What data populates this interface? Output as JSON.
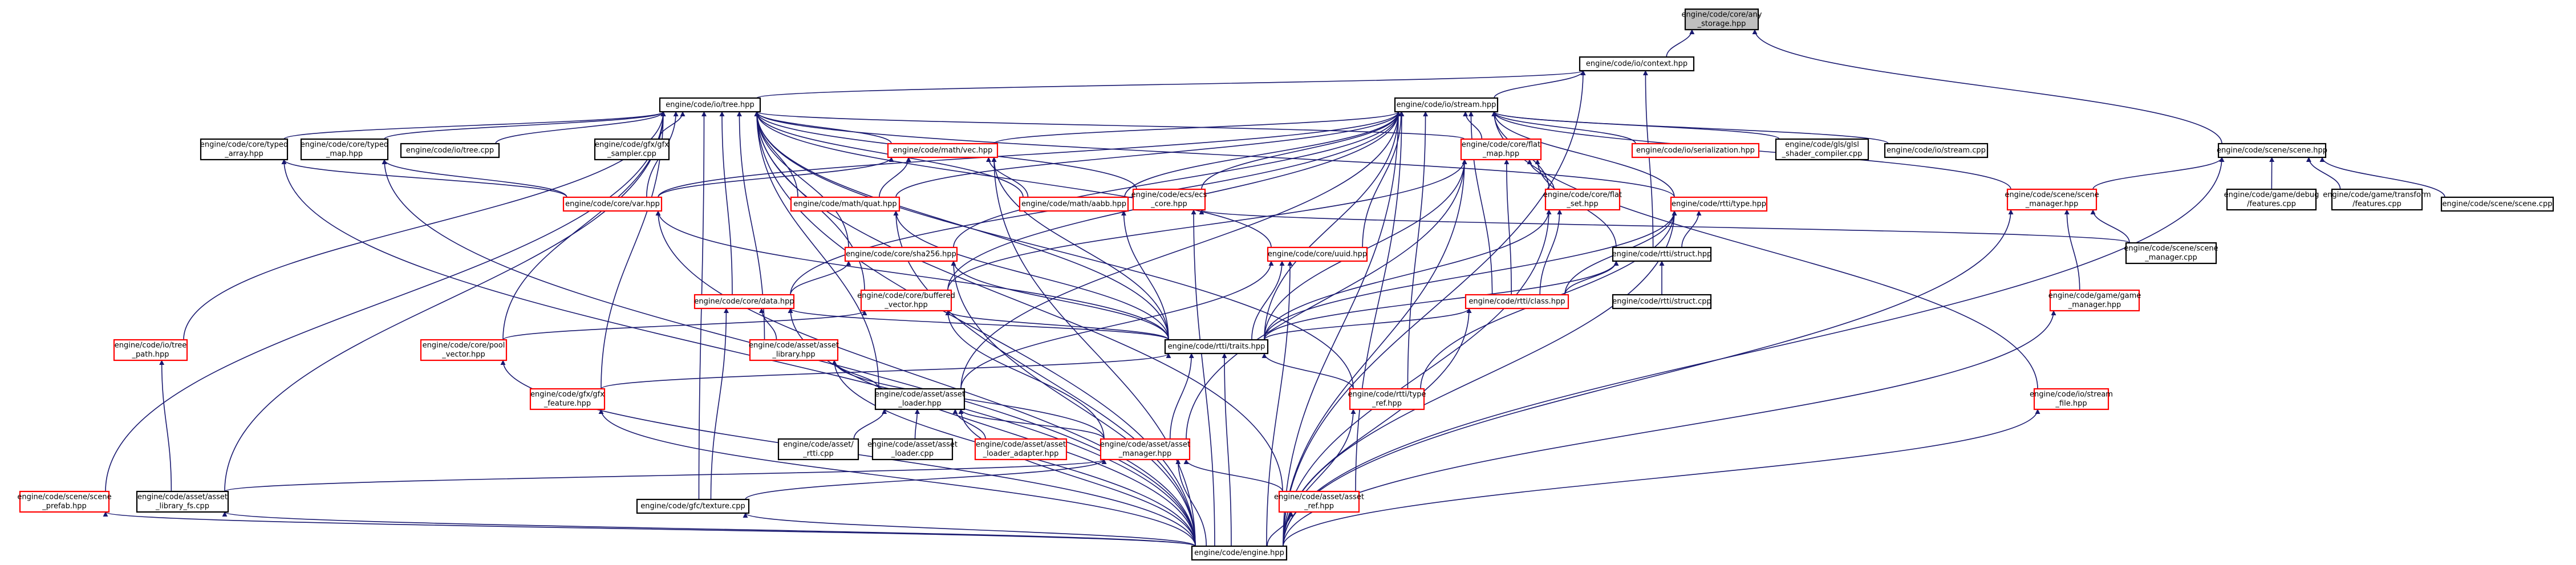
{
  "diagram": {
    "title": "",
    "colors": {
      "edge": "#191970",
      "node_fill": "#ffffff",
      "root_fill": "#bfbfbf",
      "border_documented": "#000000",
      "border_undocumented": "#ff0000"
    },
    "nodes": [
      {
        "id": "any_storage",
        "lines": [
          "engine/code/core/any",
          "_storage.hpp"
        ],
        "style": "root"
      },
      {
        "id": "context",
        "lines": [
          "engine/code/io/context.hpp"
        ],
        "style": "black"
      },
      {
        "id": "tree",
        "lines": [
          "engine/code/io/tree.hpp"
        ],
        "style": "black"
      },
      {
        "id": "stream",
        "lines": [
          "engine/code/io/stream.hpp"
        ],
        "style": "black"
      },
      {
        "id": "scene",
        "lines": [
          "engine/code/scene/scene.hpp"
        ],
        "style": "black"
      },
      {
        "id": "typed_array",
        "lines": [
          "engine/code/core/typed",
          "_array.hpp"
        ],
        "style": "black"
      },
      {
        "id": "typed_map",
        "lines": [
          "engine/code/core/typed",
          "_map.hpp"
        ],
        "style": "black"
      },
      {
        "id": "tree_cpp",
        "lines": [
          "engine/code/io/tree.cpp"
        ],
        "style": "black"
      },
      {
        "id": "gfx_sampler",
        "lines": [
          "engine/code/gfx/gfx",
          "_sampler.cpp"
        ],
        "style": "black"
      },
      {
        "id": "vec",
        "lines": [
          "engine/code/math/vec.hpp"
        ],
        "style": "red"
      },
      {
        "id": "var",
        "lines": [
          "engine/code/core/var.hpp"
        ],
        "style": "red"
      },
      {
        "id": "quat",
        "lines": [
          "engine/code/math/quat.hpp"
        ],
        "style": "red"
      },
      {
        "id": "aabb",
        "lines": [
          "engine/code/math/aabb.hpp"
        ],
        "style": "red"
      },
      {
        "id": "ecs_core",
        "lines": [
          "engine/code/ecs/ecs",
          "_core.hpp"
        ],
        "style": "red"
      },
      {
        "id": "flat_map",
        "lines": [
          "engine/code/core/flat",
          "_map.hpp"
        ],
        "style": "red"
      },
      {
        "id": "serialization",
        "lines": [
          "engine/code/io/serialization.hpp"
        ],
        "style": "red"
      },
      {
        "id": "glsl_compiler",
        "lines": [
          "engine/code/gls/glsl",
          "_shader_compiler.cpp"
        ],
        "style": "black"
      },
      {
        "id": "stream_cpp",
        "lines": [
          "engine/code/io/stream.cpp"
        ],
        "style": "black"
      },
      {
        "id": "game_debug",
        "lines": [
          "engine/code/game/debug",
          "/features.cpp"
        ],
        "style": "black"
      },
      {
        "id": "game_transform",
        "lines": [
          "engine/code/game/transform",
          "/features.cpp"
        ],
        "style": "black"
      },
      {
        "id": "scene_cpp",
        "lines": [
          "engine/code/scene/scene.cpp"
        ],
        "style": "black"
      },
      {
        "id": "flat_set",
        "lines": [
          "engine/code/core/flat",
          "_set.hpp"
        ],
        "style": "red"
      },
      {
        "id": "rtti_type",
        "lines": [
          "engine/code/rtti/type.hpp"
        ],
        "style": "red"
      },
      {
        "id": "scene_manager",
        "lines": [
          "engine/code/scene/scene",
          "_manager.hpp"
        ],
        "style": "red"
      },
      {
        "id": "sha256",
        "lines": [
          "engine/code/core/sha256.hpp"
        ],
        "style": "red"
      },
      {
        "id": "uuid",
        "lines": [
          "engine/code/core/uuid.hpp"
        ],
        "style": "red"
      },
      {
        "id": "rtti_struct",
        "lines": [
          "engine/code/rtti/struct.hpp"
        ],
        "style": "black"
      },
      {
        "id": "scene_manager_cpp",
        "lines": [
          "engine/code/scene/scene",
          "_manager.cpp"
        ],
        "style": "black"
      },
      {
        "id": "data",
        "lines": [
          "engine/code/core/data.hpp"
        ],
        "style": "red"
      },
      {
        "id": "buffered_vector",
        "lines": [
          "engine/code/core/buffered",
          "_vector.hpp"
        ],
        "style": "red"
      },
      {
        "id": "rtti_class",
        "lines": [
          "engine/code/rtti/class.hpp"
        ],
        "style": "red"
      },
      {
        "id": "rtti_struct_cpp",
        "lines": [
          "engine/code/rtti/struct.cpp"
        ],
        "style": "black"
      },
      {
        "id": "game_manager",
        "lines": [
          "engine/code/game/game",
          "_manager.hpp"
        ],
        "style": "red"
      },
      {
        "id": "io_tree_path",
        "lines": [
          "engine/code/io/tree",
          "_path.hpp"
        ],
        "style": "red"
      },
      {
        "id": "pool_vector",
        "lines": [
          "engine/code/core/pool",
          "_vector.hpp"
        ],
        "style": "red"
      },
      {
        "id": "asset_library",
        "lines": [
          "engine/code/asset/asset",
          "_library.hpp"
        ],
        "style": "red"
      },
      {
        "id": "rtti_traits",
        "lines": [
          "engine/code/rtti/traits.hpp"
        ],
        "style": "black"
      },
      {
        "id": "gfx_feature",
        "lines": [
          "engine/code/gfx/gfx",
          "_feature.hpp"
        ],
        "style": "red"
      },
      {
        "id": "asset_loader",
        "lines": [
          "engine/code/asset/asset",
          "_loader.hpp"
        ],
        "style": "black"
      },
      {
        "id": "rtti_type_ref",
        "lines": [
          "engine/code/rtti/type",
          "_ref.hpp"
        ],
        "style": "red"
      },
      {
        "id": "stream_file",
        "lines": [
          "engine/code/io/stream",
          "_file.hpp"
        ],
        "style": "red"
      },
      {
        "id": "asset_rtti_cpp",
        "lines": [
          "engine/code/asset/",
          "_rtti.cpp"
        ],
        "style": "black"
      },
      {
        "id": "asset_loader_cpp",
        "lines": [
          "engine/code/asset/asset",
          "_loader.cpp"
        ],
        "style": "black"
      },
      {
        "id": "loader_adapter",
        "lines": [
          "engine/code/asset/asset",
          "_loader_adapter.hpp"
        ],
        "style": "red"
      },
      {
        "id": "asset_manager",
        "lines": [
          "engine/code/asset/asset",
          "_manager.hpp"
        ],
        "style": "red"
      },
      {
        "id": "scene_prefab",
        "lines": [
          "engine/code/scene/scene",
          "_prefab.hpp"
        ],
        "style": "red"
      },
      {
        "id": "library_fs",
        "lines": [
          "engine/code/asset/asset",
          "_library_fs.cpp"
        ],
        "style": "black"
      },
      {
        "id": "texture",
        "lines": [
          "engine/code/gfc/texture.cpp"
        ],
        "style": "black"
      },
      {
        "id": "asset_ref",
        "lines": [
          "engine/code/asset/asset",
          "_ref.hpp"
        ],
        "style": "red"
      },
      {
        "id": "engine",
        "lines": [
          "engine/code/engine.hpp"
        ],
        "style": "black"
      }
    ]
  }
}
